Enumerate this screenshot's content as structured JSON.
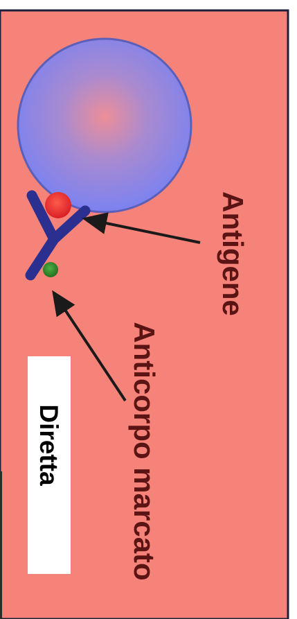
{
  "labels": {
    "antigen": "Antigene",
    "labeled_antibody": "Anticorpo marcato",
    "method": "Diretta"
  },
  "colors": {
    "background": "#f6837a",
    "cell": "#7b82f0",
    "cell_center": "#e98fa0",
    "antibody": "#2b2f8f",
    "antigen": "#e4262c",
    "marker": "#2f8a2a",
    "arrow": "#1a1a1a",
    "label_text": "#5b1414",
    "method_box": "#ffffff"
  },
  "icons": {
    "antibody": "y-shaped-antibody-icon"
  }
}
